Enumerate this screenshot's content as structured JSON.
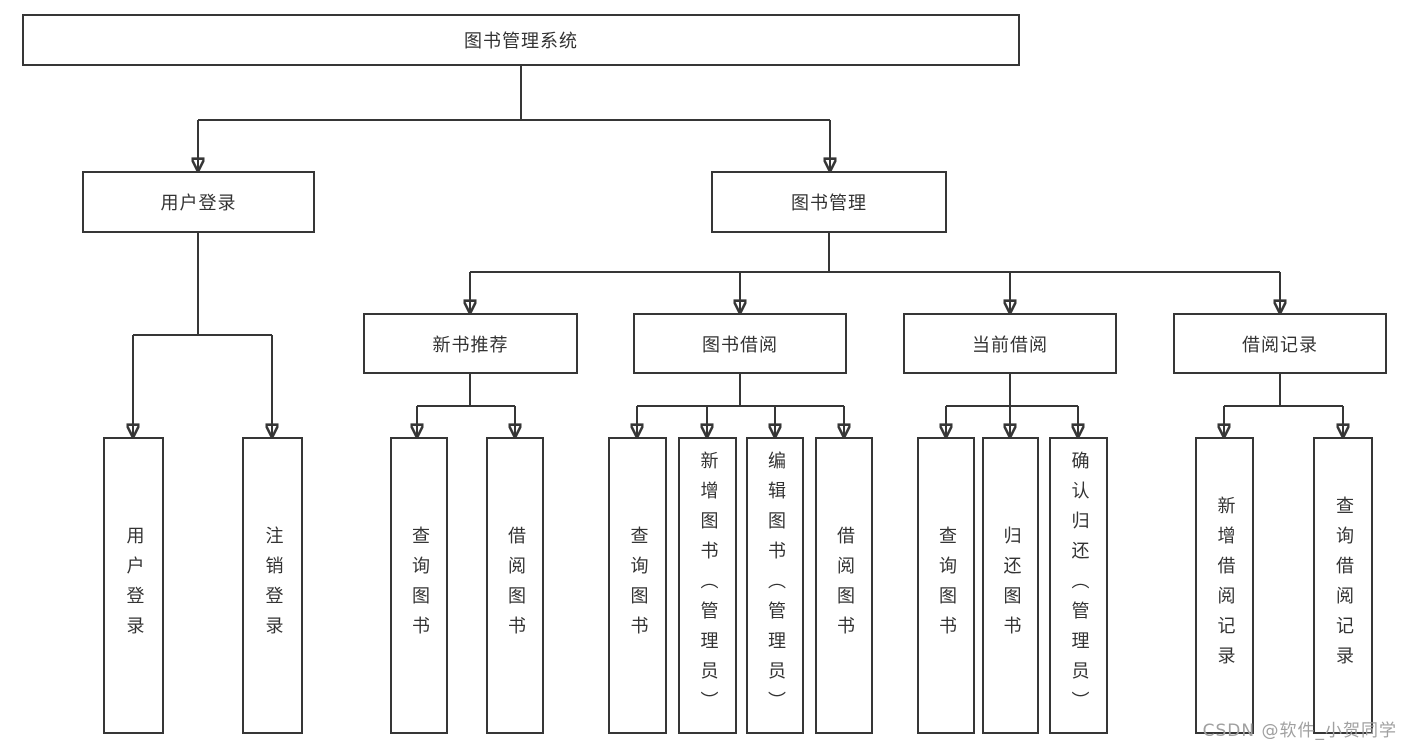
{
  "diagram": {
    "type": "hierarchy-tree",
    "watermark": "CSDN @软件_小贺同学",
    "colors": {
      "line": "#363636",
      "box_border": "#363636",
      "box_fill": "#ffffff",
      "text": "#333333",
      "watermark": "#a0a0a0",
      "background": "#ffffff"
    },
    "tree": {
      "label": "图书管理系统",
      "children": [
        {
          "label": "用户登录",
          "children": [
            {
              "label": "用户登录"
            },
            {
              "label": "注销登录"
            }
          ]
        },
        {
          "label": "图书管理",
          "children": [
            {
              "label": "新书推荐",
              "children": [
                {
                  "label": "查询图书"
                },
                {
                  "label": "借阅图书"
                }
              ]
            },
            {
              "label": "图书借阅",
              "children": [
                {
                  "label": "查询图书"
                },
                {
                  "label": "新增图书（管理员）"
                },
                {
                  "label": "编辑图书（管理员）"
                },
                {
                  "label": "借阅图书"
                }
              ]
            },
            {
              "label": "当前借阅",
              "children": [
                {
                  "label": "查询图书"
                },
                {
                  "label": "归还图书"
                },
                {
                  "label": "确认归还（管理员）"
                }
              ]
            },
            {
              "label": "借阅记录",
              "children": [
                {
                  "label": "新增借阅记录"
                },
                {
                  "label": "查询借阅记录"
                }
              ]
            }
          ]
        }
      ]
    }
  }
}
